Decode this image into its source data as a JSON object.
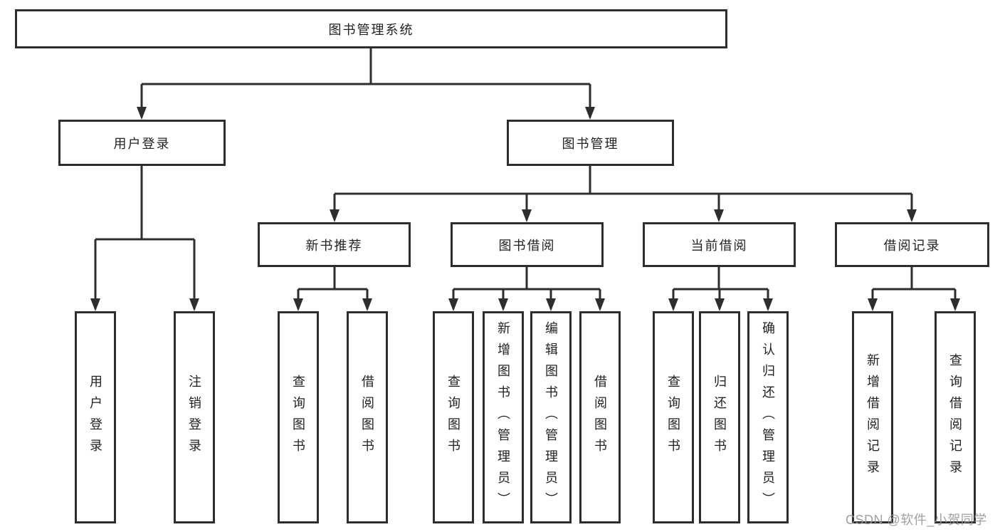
{
  "tree": {
    "label": "图书管理系统",
    "children": [
      {
        "label": "用户登录",
        "children": [
          {
            "label": "用户登录"
          },
          {
            "label": "注销登录"
          }
        ]
      },
      {
        "label": "图书管理",
        "children": [
          {
            "label": "新书推荐",
            "children": [
              {
                "label": "查询图书"
              },
              {
                "label": "借阅图书"
              }
            ]
          },
          {
            "label": "图书借阅",
            "children": [
              {
                "label": "查询图书"
              },
              {
                "label": "新增图书（管理员）"
              },
              {
                "label": "编辑图书（管理员）"
              },
              {
                "label": "借阅图书"
              }
            ]
          },
          {
            "label": "当前借阅",
            "children": [
              {
                "label": "查询图书"
              },
              {
                "label": "归还图书"
              },
              {
                "label": "确认归还（管理员）"
              }
            ]
          },
          {
            "label": "借阅记录",
            "children": [
              {
                "label": "新增借阅记录"
              },
              {
                "label": "查询借阅记录"
              }
            ]
          }
        ]
      }
    ]
  },
  "watermark": "CSDN @软件_小贺同学",
  "colors": {
    "line": "#2e2e2e",
    "box_border": "#2e2e2e",
    "text": "#222222",
    "watermark": "#969696",
    "background": "#ffffff"
  }
}
